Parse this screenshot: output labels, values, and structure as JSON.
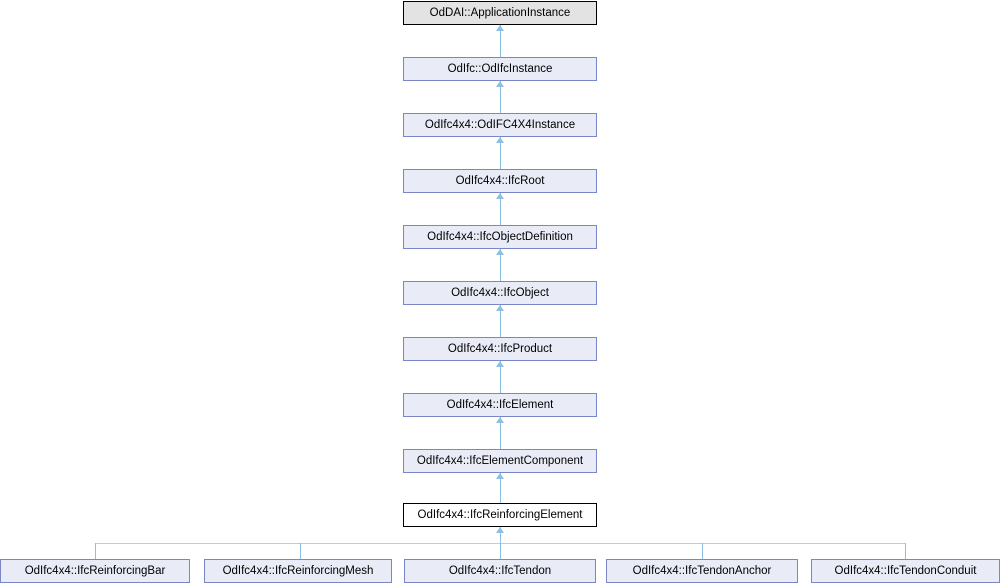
{
  "diagram": {
    "type": "class-inheritance-hierarchy",
    "title": "",
    "edge_color": "#8bbfe4",
    "inherited_fill": "#e9ecf7",
    "inherited_border": "#7b87c4",
    "root_fill": "#e3e3e3",
    "root_border": "#000000",
    "current_fill": "#ffffff",
    "current_border": "#000000",
    "chain": [
      {
        "label": "OdDAI::ApplicationInstance",
        "style": "root"
      },
      {
        "label": "OdIfc::OdIfcInstance",
        "style": "inherited"
      },
      {
        "label": "OdIfc4x4::OdIFC4X4Instance",
        "style": "inherited"
      },
      {
        "label": "OdIfc4x4::IfcRoot",
        "style": "inherited"
      },
      {
        "label": "OdIfc4x4::IfcObjectDefinition",
        "style": "inherited"
      },
      {
        "label": "OdIfc4x4::IfcObject",
        "style": "inherited"
      },
      {
        "label": "OdIfc4x4::IfcProduct",
        "style": "inherited"
      },
      {
        "label": "OdIfc4x4::IfcElement",
        "style": "inherited"
      },
      {
        "label": "OdIfc4x4::IfcElementComponent",
        "style": "inherited"
      },
      {
        "label": "OdIfc4x4::IfcReinforcingElement",
        "style": "current"
      }
    ],
    "subclasses": [
      {
        "label": "OdIfc4x4::IfcReinforcingBar",
        "style": "inherited"
      },
      {
        "label": "OdIfc4x4::IfcReinforcingMesh",
        "style": "inherited"
      },
      {
        "label": "OdIfc4x4::IfcTendon",
        "style": "inherited"
      },
      {
        "label": "OdIfc4x4::IfcTendonAnchor",
        "style": "inherited"
      },
      {
        "label": "OdIfc4x4::IfcTendonConduit",
        "style": "inherited"
      }
    ]
  }
}
